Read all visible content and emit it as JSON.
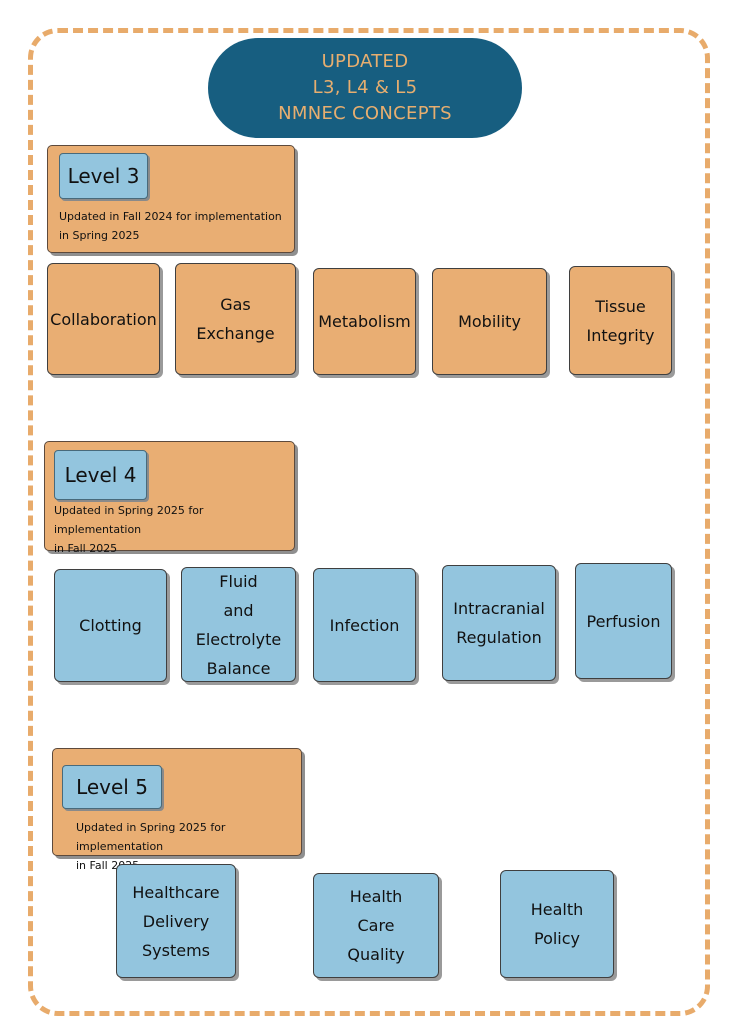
{
  "title": {
    "line1": "UPDATED",
    "line2": "L3, L4 & L5",
    "line3": "NMNEC CONCEPTS"
  },
  "levels": [
    {
      "label": "Level 3",
      "note_line1": "Updated in Fall 2024 for implementation",
      "note_line2": "in Spring 2025",
      "concepts": [
        {
          "lines": [
            "Collaboration"
          ]
        },
        {
          "lines": [
            "Gas",
            "Exchange"
          ]
        },
        {
          "lines": [
            "Metabolism"
          ]
        },
        {
          "lines": [
            "Mobility"
          ]
        },
        {
          "lines": [
            "Tissue",
            "Integrity"
          ]
        }
      ]
    },
    {
      "label": "Level 4",
      "note_line1": "Updated in Spring 2025 for implementation",
      "note_line2": "in Fall 2025",
      "concepts": [
        {
          "lines": [
            "Clotting"
          ]
        },
        {
          "lines": [
            "Fluid",
            "and",
            "Electrolyte",
            "Balance"
          ]
        },
        {
          "lines": [
            "Infection"
          ]
        },
        {
          "lines": [
            "Intracranial",
            "Regulation"
          ]
        },
        {
          "lines": [
            "Perfusion"
          ]
        }
      ]
    },
    {
      "label": "Level 5",
      "note_line1": "Updated in Spring 2025 for implementation",
      "note_line2": "in Fall 2025",
      "concepts": [
        {
          "lines": [
            "Healthcare",
            "Delivery",
            "Systems"
          ]
        },
        {
          "lines": [
            "Health",
            "Care",
            "Quality"
          ]
        },
        {
          "lines": [
            "Health",
            "Policy"
          ]
        }
      ]
    }
  ],
  "colors": {
    "border_dash": "#e8ab6b",
    "title_bg": "#175e80",
    "title_text": "#e7ae6f",
    "orange": "#e9ae73",
    "blue": "#93c5de"
  }
}
